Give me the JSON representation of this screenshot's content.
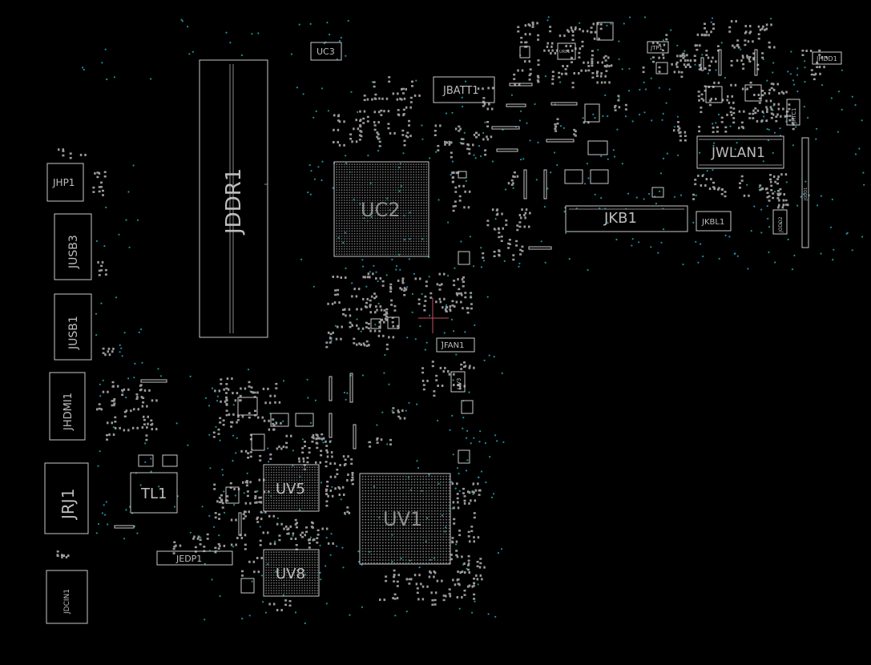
{
  "board": {
    "background": "#000000",
    "outline_color": "#c8c8c8",
    "via_color": "#1f8fa0",
    "marker_color": "#c05060"
  },
  "labels": {
    "JDDR1": "JDDR1",
    "UC2": "UC2",
    "UC3": "UC3",
    "JBATT1": "JBATT1",
    "JTP1": "JTP1",
    "JHDD1": "JHDD1",
    "JRTC1": "JRTC1",
    "JWLAN1": "JWLAN1",
    "JKB1": "JKB1",
    "JKBL1": "JKBL1",
    "JODD2": "JODD2",
    "JODD1": "JODD1",
    "JHP1": "JHP1",
    "JUSB3": "JUSB3",
    "JUSB1": "JUSB1",
    "JHDMI1": "JHDMI1",
    "JRJ1": "JRJ1",
    "JDCIN1": "JDCIN1",
    "TL1": "TL1",
    "JEDP1": "JEDP1",
    "UV5": "UV5",
    "UV8": "UV8",
    "UV1": "UV1",
    "JFAN1": "JFAN1",
    "UV3": "UV3",
    "UR81": "UR81"
  }
}
